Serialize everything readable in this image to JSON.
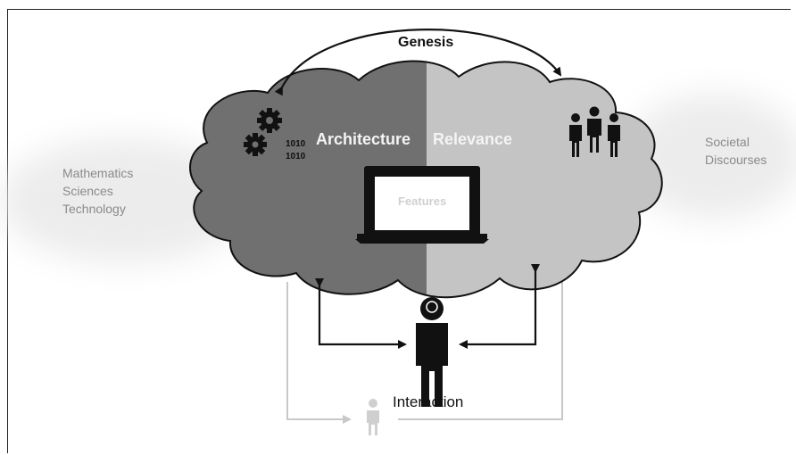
{
  "genesis": "Genesis",
  "architecture": "Architecture",
  "relevance": "Relevance",
  "features": "Features",
  "interaction": "Interaction",
  "left_fields": [
    "Mathematics",
    "Sciences",
    "Technology"
  ],
  "right_fields": [
    "Societal",
    "Discourses"
  ],
  "binary_code": [
    "1010",
    "1010"
  ],
  "colors": {
    "cloud_dark": "#707070",
    "cloud_light": "#c4c4c4",
    "ink": "#111111",
    "faint": "#bdbdbd"
  },
  "icons": [
    "gears-icon",
    "people-icon",
    "laptop-icon",
    "person-thinking-icon",
    "faint-person-icon"
  ]
}
